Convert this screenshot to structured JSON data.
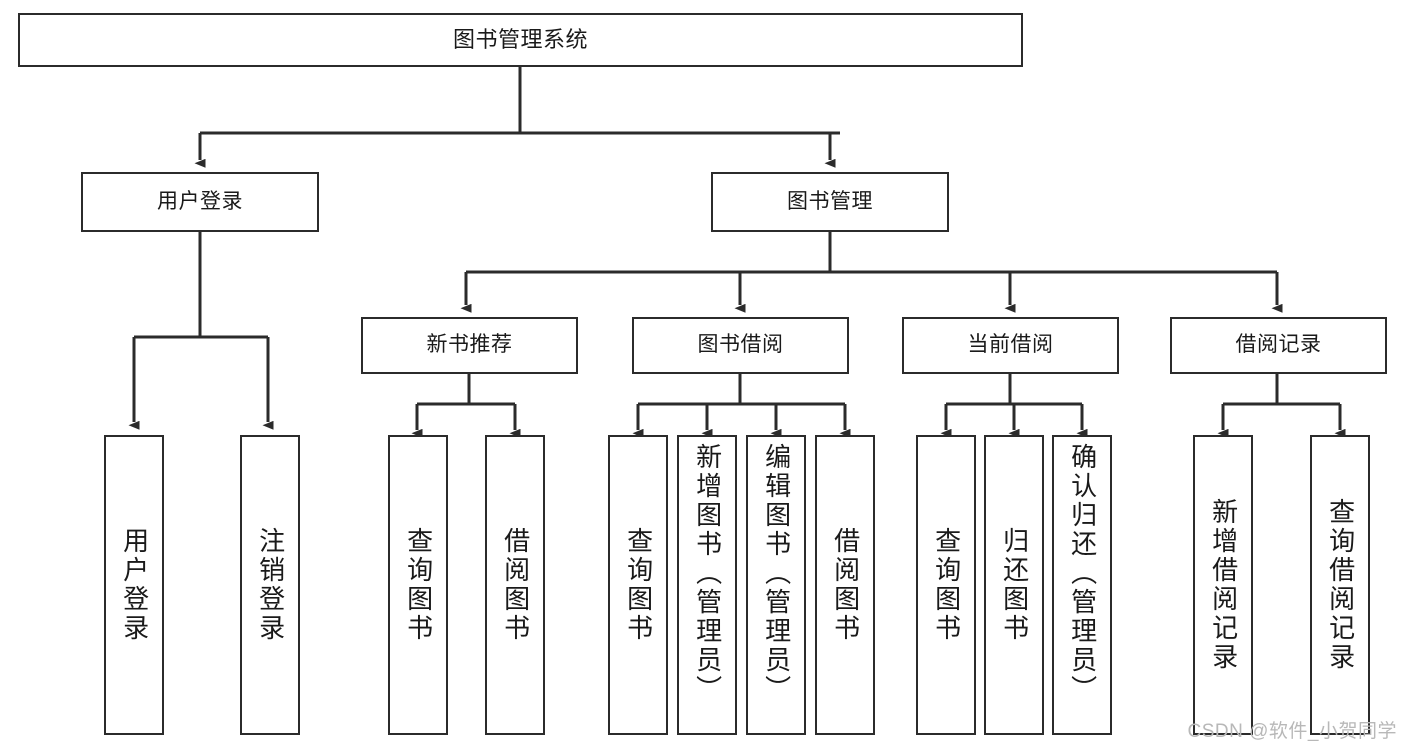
{
  "diagram": {
    "title": "图书管理系统",
    "type": "tree-hierarchy-chart",
    "stroke_color": "#2b2b2b",
    "fill_color": "#ffffff",
    "text_color": "#1a1a1a"
  },
  "root": {
    "label": "图书管理系统"
  },
  "branches": [
    {
      "label": "用户登录"
    },
    {
      "label": "图书管理"
    }
  ],
  "subbranches": [
    {
      "label": "新书推荐"
    },
    {
      "label": "图书借阅"
    },
    {
      "label": "当前借阅"
    },
    {
      "label": "借阅记录"
    }
  ],
  "leaves": {
    "user_login": [
      {
        "label": "用户登录"
      },
      {
        "label": "注销登录"
      }
    ],
    "new_book_recommend": [
      {
        "label": "查询图书"
      },
      {
        "label": "借阅图书"
      }
    ],
    "book_borrow": [
      {
        "label": "查询图书"
      },
      {
        "label": "新增图书（管理员）"
      },
      {
        "label": "编辑图书（管理员）"
      },
      {
        "label": "借阅图书"
      }
    ],
    "current_borrow": [
      {
        "label": "查询图书"
      },
      {
        "label": "归还图书"
      },
      {
        "label": "确认归还（管理员）"
      }
    ],
    "borrow_record": [
      {
        "label": "新增借阅记录"
      },
      {
        "label": "查询借阅记录"
      }
    ]
  },
  "watermark": {
    "text": "CSDN @软件_小贺同学"
  }
}
